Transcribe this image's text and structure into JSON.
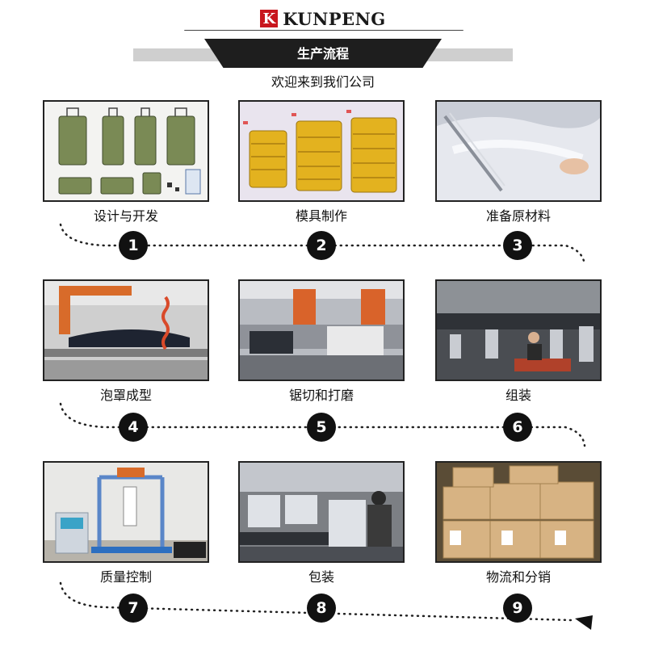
{
  "brand": {
    "logo_letter": "K",
    "name": "KUNPENG",
    "color": "#c8161d"
  },
  "header": {
    "title": "生产流程",
    "subtitle": "欢迎来到我们公司"
  },
  "steps": [
    {
      "number": "1",
      "label": "设计与开发",
      "icon": "suitcase-design-drawing"
    },
    {
      "number": "2",
      "label": "模具制作",
      "icon": "yellow-suitcase-molds"
    },
    {
      "number": "3",
      "label": "准备原材料",
      "icon": "raw-material-sheet"
    },
    {
      "number": "4",
      "label": "泡罩成型",
      "icon": "blister-forming-machine"
    },
    {
      "number": "5",
      "label": "锯切和打磨",
      "icon": "cutting-machine"
    },
    {
      "number": "6",
      "label": "组装",
      "icon": "assembly-line"
    },
    {
      "number": "7",
      "label": "质量控制",
      "icon": "quality-test-rig"
    },
    {
      "number": "8",
      "label": "包装",
      "icon": "packing-station"
    },
    {
      "number": "9",
      "label": "物流和分销",
      "icon": "carton-boxes"
    }
  ]
}
